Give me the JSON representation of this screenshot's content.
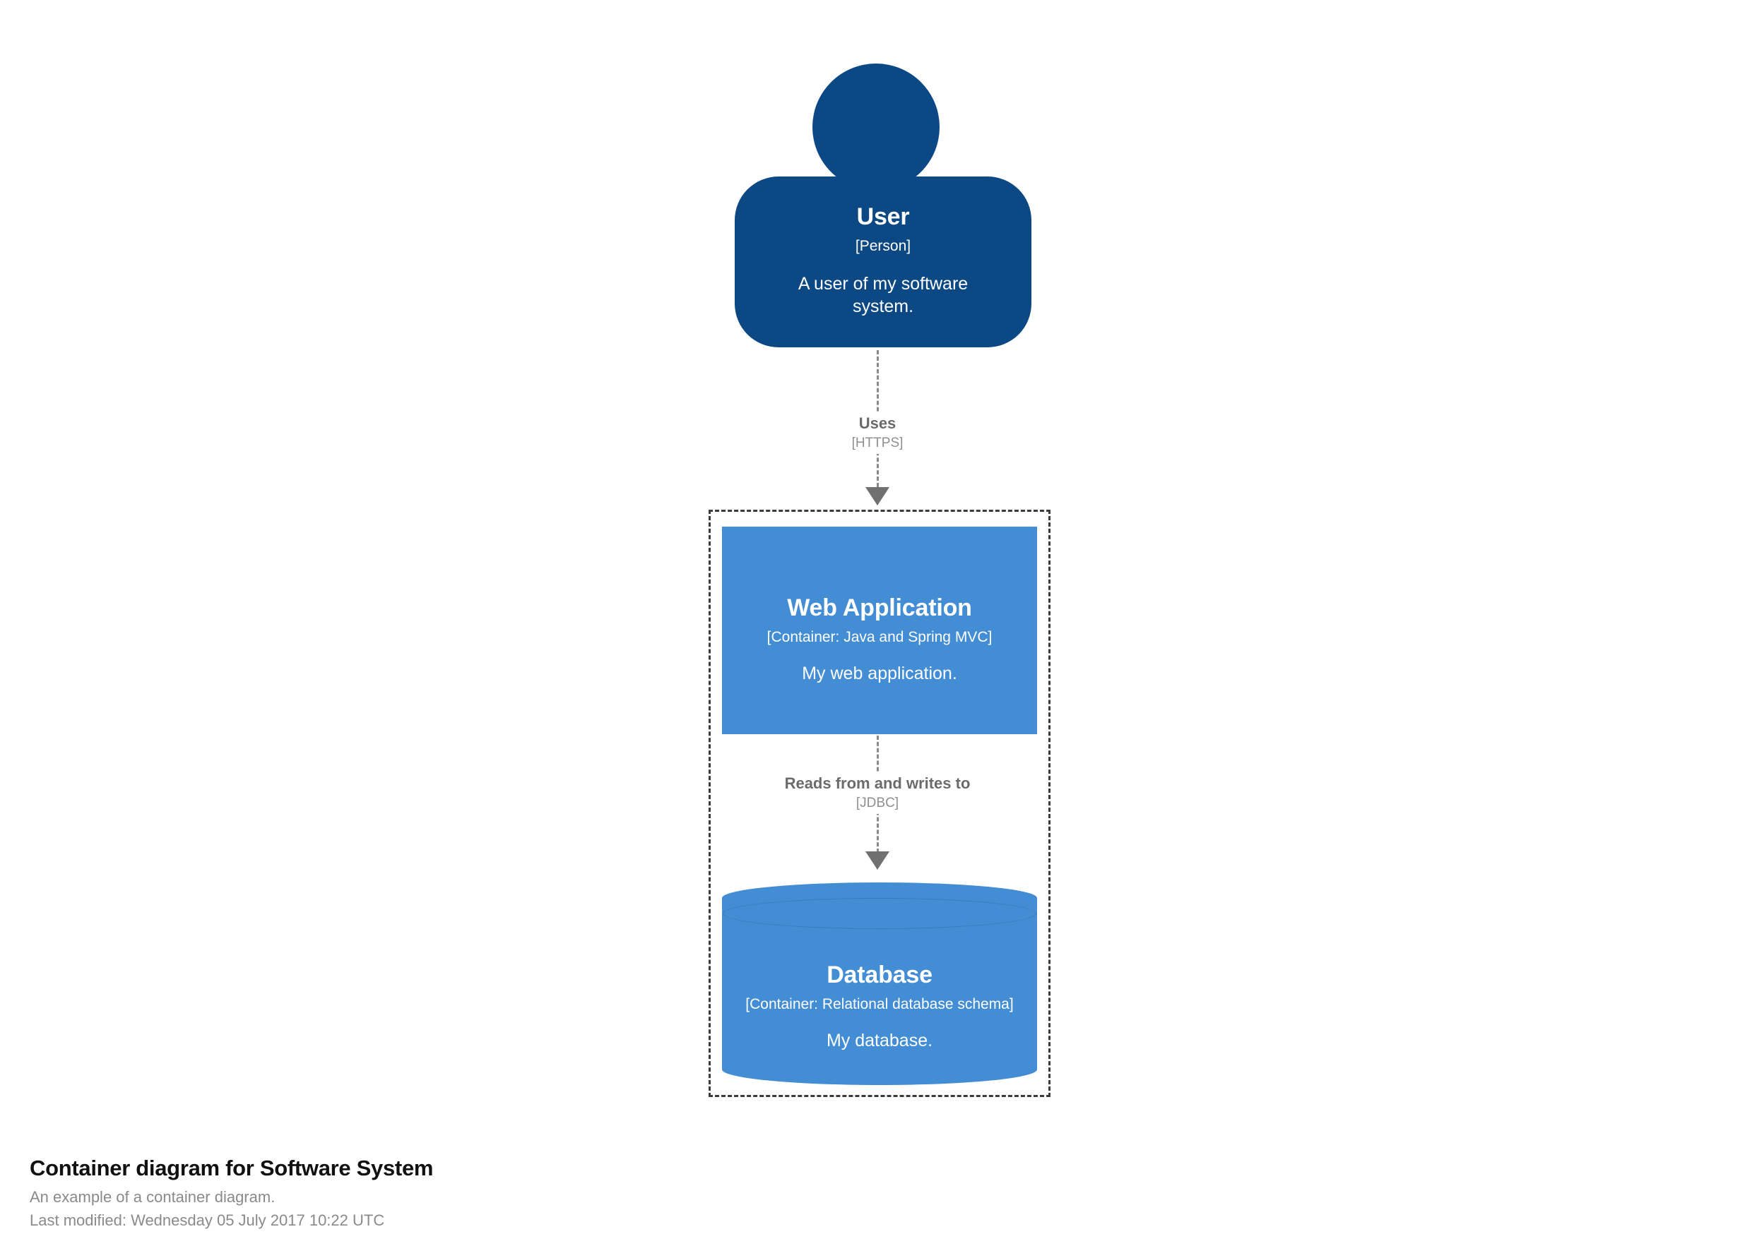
{
  "diagram": {
    "nodes": [
      {
        "id": "user",
        "shape": "person",
        "name": "User",
        "tech": "[Person]",
        "description": "A user of my software system.",
        "color": "#0B4884"
      },
      {
        "id": "web-application",
        "shape": "box",
        "name": "Web Application",
        "tech": "[Container: Java and Spring MVC]",
        "description": "My web application.",
        "color": "#438DD5"
      },
      {
        "id": "database",
        "shape": "cylinder",
        "name": "Database",
        "tech": "[Container: Relational database schema]",
        "description": "My database.",
        "color": "#438DD5"
      }
    ],
    "relationships": [
      {
        "id": "user-to-webapp",
        "from": "user",
        "to": "web-application",
        "description": "Uses",
        "technology": "[HTTPS]"
      },
      {
        "id": "webapp-to-database",
        "from": "web-application",
        "to": "database",
        "description": "Reads from and writes to",
        "technology": "[JDBC]"
      }
    ],
    "boundary": {
      "style": "dashed",
      "color": "#3b3b3b"
    }
  },
  "caption": {
    "title": "Container diagram for Software System",
    "subtitle": "An example of a container diagram.",
    "last_modified": "Last modified: Wednesday 05 July 2017 10:22 UTC"
  }
}
